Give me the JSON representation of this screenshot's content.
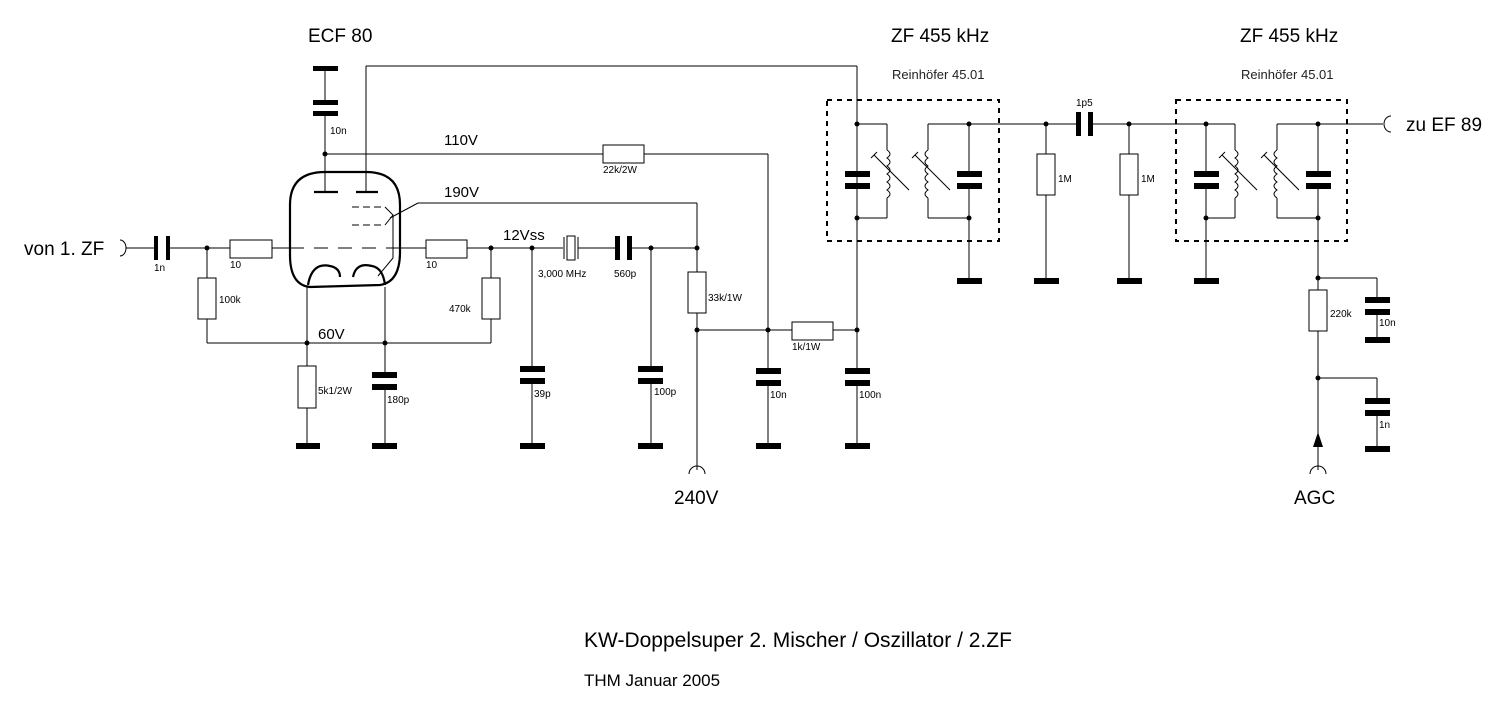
{
  "diagram": {
    "tube_label": "ECF 80",
    "if_filter_1": {
      "title": "ZF 455 kHz",
      "maker": "Reinhöfer 45.01"
    },
    "if_filter_2": {
      "title": "ZF 455 kHz",
      "maker": "Reinhöfer 45.01"
    },
    "input_label": "von 1. ZF",
    "output_label": "zu EF 89",
    "supply_label": "240V",
    "agc_label": "AGC",
    "voltages": {
      "v110": "110V",
      "v190": "190V",
      "v60": "60V",
      "v12ss": "12Vss"
    },
    "components": {
      "c_in": "1n",
      "r_grid1": "10",
      "r_grid_leak": "100k",
      "c_top": "10n",
      "r_grid2": "10",
      "r_470k": "470k",
      "r_cathode": "5k1/2W",
      "c_cathode": "180p",
      "r_22k": "22k/2W",
      "crystal": "3,000 MHz",
      "c_560p": "560p",
      "c_39p": "39p",
      "c_100p": "100p",
      "r_33k": "33k/1W",
      "r_1k": "1k/1W",
      "c_10n": "10n",
      "c_100n": "100n",
      "c_couple": "1p5",
      "r_1m_a": "1M",
      "r_1m_b": "1M",
      "r_220k": "220k",
      "c_agc_10n": "10n",
      "c_agc_1n": "1n"
    },
    "title": "KW-Doppelsuper 2. Mischer / Oszillator / 2.ZF",
    "author_date": "THM Januar 2005"
  }
}
